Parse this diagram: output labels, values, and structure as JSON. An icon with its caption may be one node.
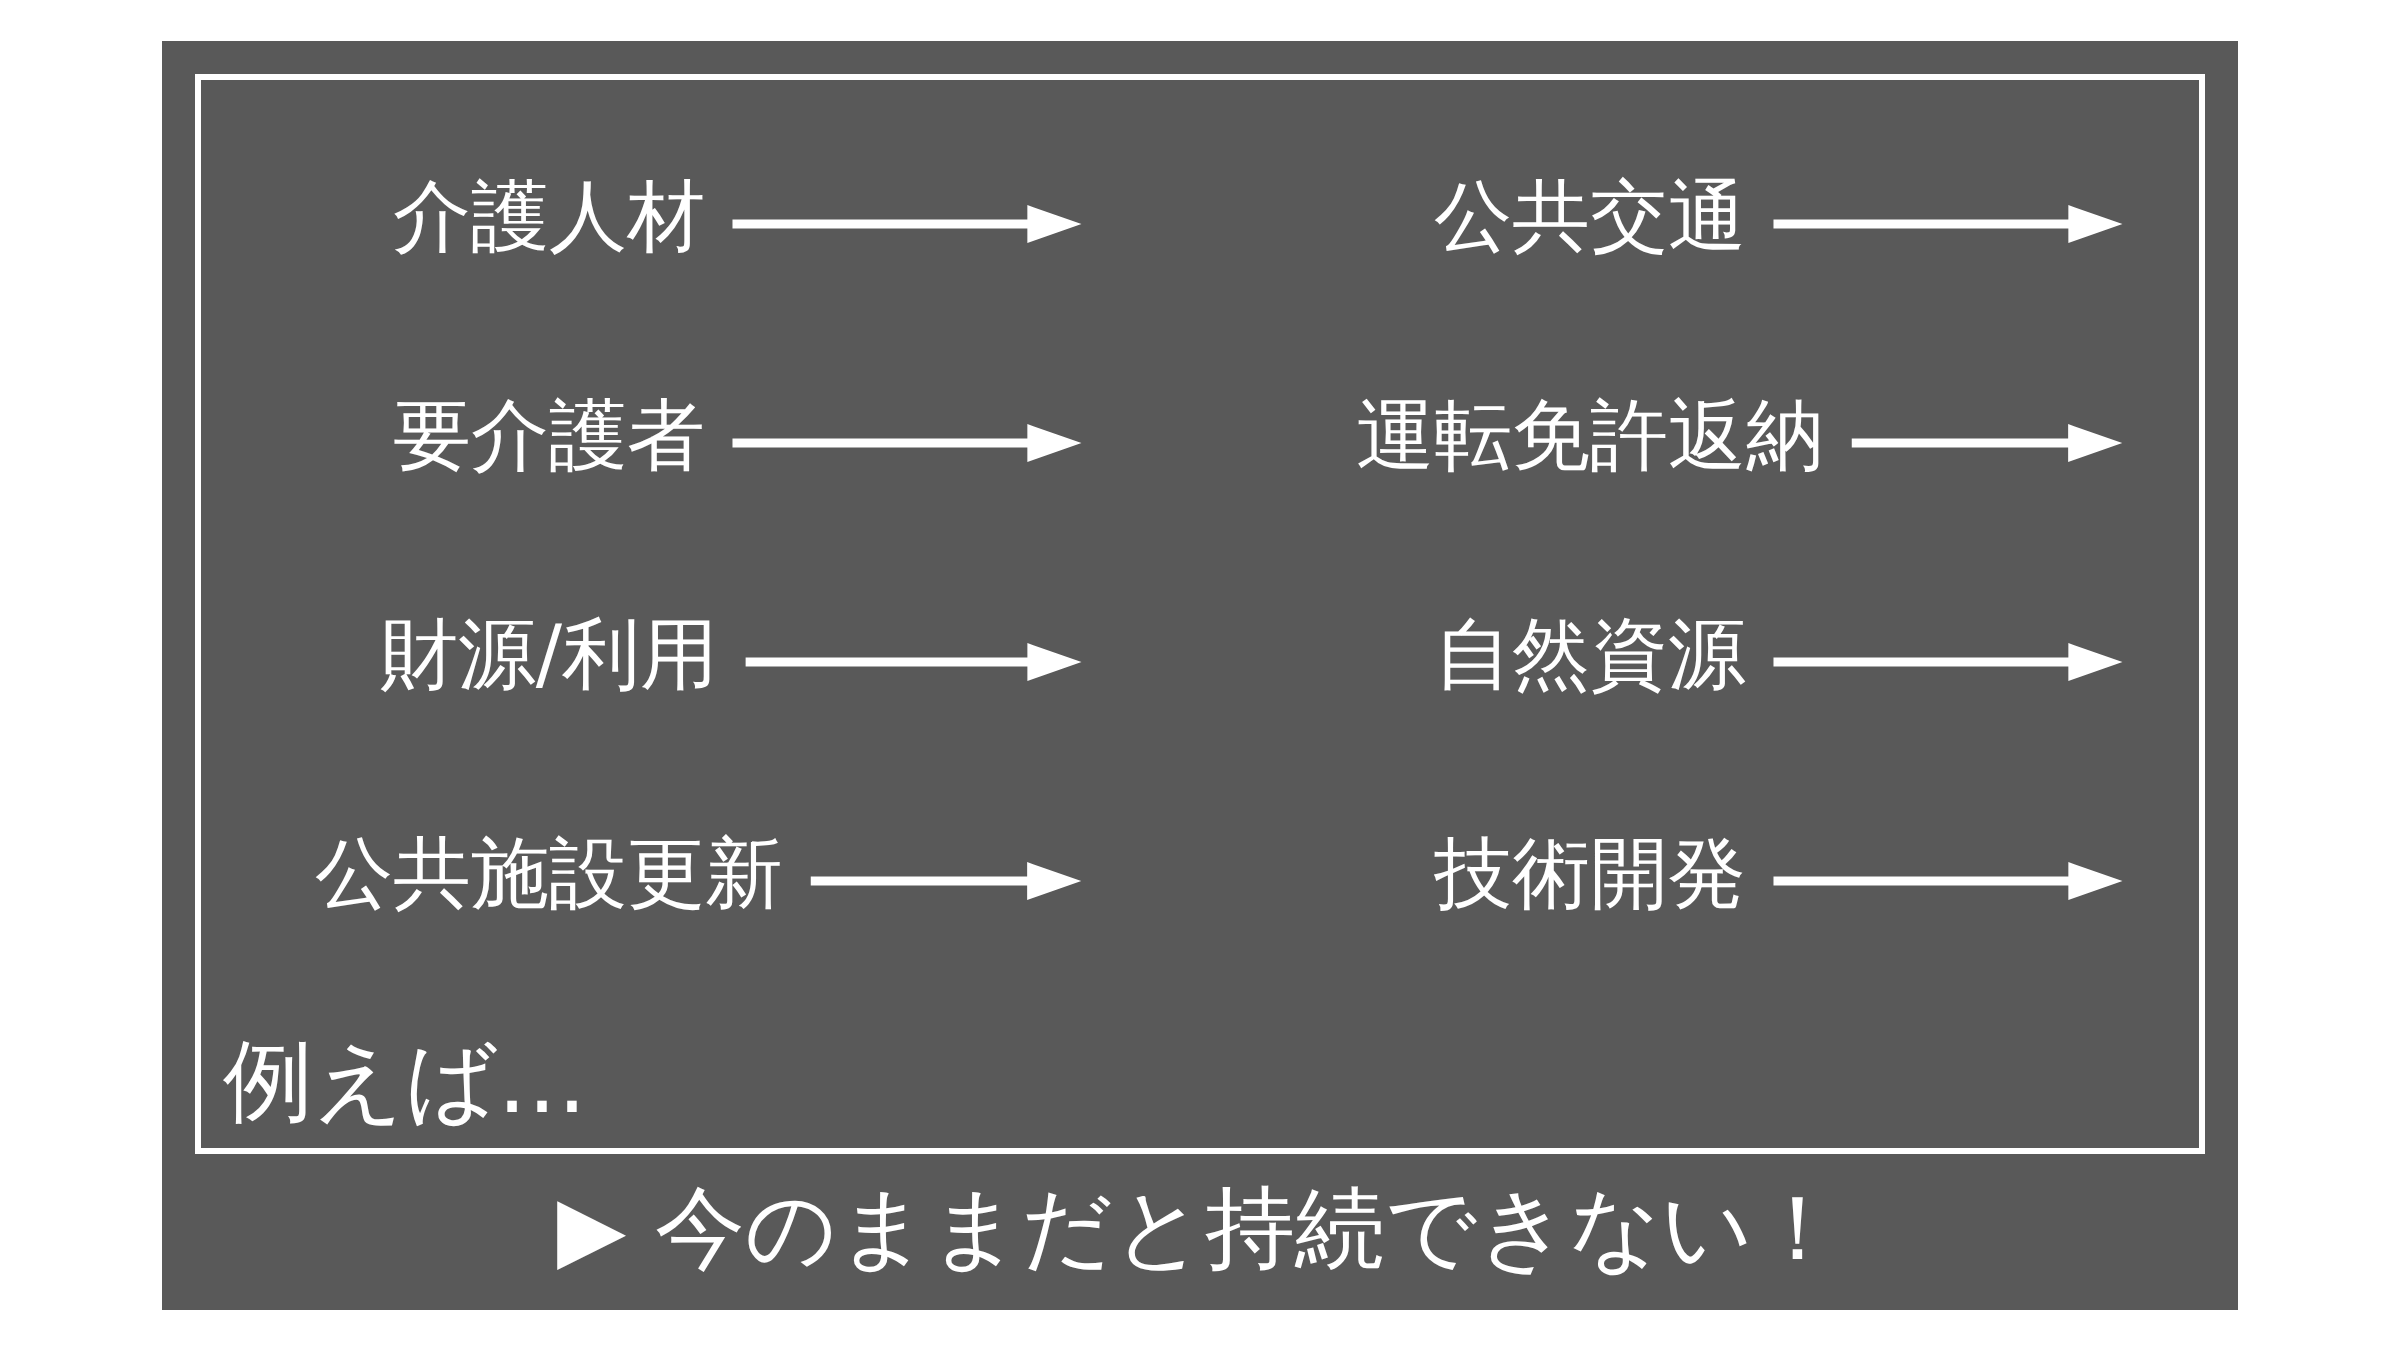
{
  "diagram": {
    "caption": "▶ 今のままだと持続できない！",
    "nodes": [
      {
        "text": [
          "例えば…"
        ]
      },
      {
        "text": [
          "介護人材"
        ],
        "in": 0
      },
      {
        "text": [
          "公共交通"
        ],
        "in": 0
      },
      {
        "text": [
          "要介護者"
        ],
        "in": 0
      },
      {
        "text": [
          "運転免許返納"
        ],
        "in": 0
      },
      {
        "text": [
          "財源/利用"
        ],
        "in": 0
      },
      {
        "text": [
          "自然資源"
        ],
        "in": 0
      },
      {
        "text": [
          "公共施設更新"
        ],
        "in": 0
      },
      {
        "text": [
          "技術開発"
        ],
        "in": 0
      }
    ],
    "edges": [
      {
        "from": 1,
        "to": null,
        "arrow": "to"
      },
      {
        "from": 3,
        "to": null,
        "arrow": "to"
      },
      {
        "from": 2,
        "to": null,
        "arrow": "to"
      },
      {
        "from": 4,
        "to": null,
        "arrow": "to"
      },
      {
        "from": 5,
        "to": null,
        "arrow": "to"
      },
      {
        "from": 7,
        "to": null,
        "arrow": "to"
      },
      {
        "from": 6,
        "to": null,
        "arrow": "to"
      },
      {
        "from": 8,
        "to": null,
        "arrow": "to"
      }
    ]
  }
}
